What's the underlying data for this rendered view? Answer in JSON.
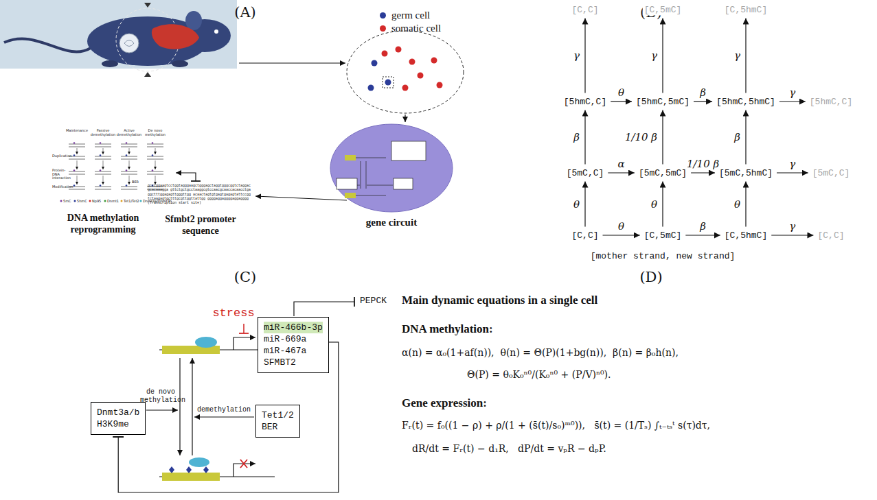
{
  "diagram": {
    "nodes": [
      {
        "text": [
          "gene circuit"
        ]
      },
      {
        "text": [
          "[C,C]"
        ]
      },
      {
        "text": [
          "[C,5mC]"
        ]
      },
      {
        "text": [
          "[C,5hmC]"
        ]
      },
      {
        "text": [
          "[5hmC,C]"
        ]
      },
      {
        "text": [
          "[5hmC,5mC]"
        ]
      },
      {
        "text": [
          "[5hmC,5hmC]"
        ]
      },
      {
        "text": [
          "[5hmC,C]"
        ]
      },
      {
        "text": [
          "[5mC,C]"
        ]
      },
      {
        "text": [
          "[5mC,5mC]"
        ]
      },
      {
        "text": [
          "[5mC,5hmC]"
        ]
      },
      {
        "text": [
          "[5mC,C]"
        ]
      },
      {
        "text": [
          "[C,C]"
        ]
      },
      {
        "text": [
          "[C,5mC]"
        ]
      },
      {
        "text": [
          "[C,5hmC]"
        ]
      },
      {
        "text": [
          "[C,C]"
        ]
      },
      {
        "text": [
          "miR-466b-3p",
          "miR-669a",
          "miR-467a",
          "SFMBT2"
        ]
      },
      {
        "text": [
          "Dnmt3a/b",
          "H3K9me"
        ]
      },
      {
        "text": [
          "Tet1/2",
          "BER"
        ]
      }
    ],
    "edges": [
      {
        "from": 12,
        "to": 13,
        "arrow": "to",
        "label": "θ"
      },
      {
        "from": 13,
        "to": 14,
        "arrow": "to",
        "label": "β"
      },
      {
        "from": 14,
        "to": 15,
        "arrow": "to",
        "label": "γ"
      },
      {
        "from": 12,
        "to": 8,
        "arrow": "to",
        "label": "θ"
      },
      {
        "from": 13,
        "to": 9,
        "arrow": "to",
        "label": "θ"
      },
      {
        "from": 14,
        "to": 10,
        "arrow": "to",
        "label": "θ"
      },
      {
        "from": 8,
        "to": 9,
        "arrow": "to",
        "label": "α"
      },
      {
        "from": 9,
        "to": 10,
        "arrow": "to",
        "label": "1/10 β"
      },
      {
        "from": 10,
        "to": 11,
        "arrow": "to",
        "label": "γ"
      },
      {
        "from": 8,
        "to": 4,
        "arrow": "to",
        "label": "β"
      },
      {
        "from": 9,
        "to": 5,
        "arrow": "to",
        "label": "1/10 β"
      },
      {
        "from": 10,
        "to": 6,
        "arrow": "to",
        "label": "β"
      },
      {
        "from": 4,
        "to": 5,
        "arrow": "to",
        "label": "θ"
      },
      {
        "from": 5,
        "to": 6,
        "arrow": "to",
        "label": "β"
      },
      {
        "from": 6,
        "to": 7,
        "arrow": "to",
        "label": "γ"
      },
      {
        "from": 4,
        "to": 1,
        "arrow": "to",
        "label": "γ"
      },
      {
        "from": 5,
        "to": 2,
        "arrow": "to",
        "label": "γ"
      },
      {
        "from": 6,
        "to": 3,
        "arrow": "to",
        "label": "γ"
      },
      {
        "from": 16,
        "to": 17,
        "arrow": "to"
      }
    ],
    "labels": [
      "(A)",
      "(B)",
      "(C)",
      "(D)",
      "Maintenance",
      "Passive demethylation",
      "Active demethylation",
      "De novo methylation",
      "Duplication",
      "Protein-DNA interaction",
      "Modification",
      "BER",
      "5mC",
      "5hmC",
      "Np95",
      "Dnmt1",
      "Tet1/Tet2",
      "Dnmt3a/Dnmt3b",
      "DNA methylation reprogramming",
      "gcccggaagtcctggtagggaagctgggagctaggtgggcggtctaggacgcacaaagga gttctgctgcctaaggcgtccaacgcaaccacaacctgaggctttggagagttgggttgg acaactagtgtgagtgagagtattccggtctaagagtgctttgcgttggttattgg ggggaggaggggaggagggg(Transcription start site)",
      "Sfmbt2 promoter sequence",
      "stress",
      "PEPCK",
      "miR-466b-3p miR-669a miR-467a SFMBT2",
      "Dnmt3a/b H3K9me",
      "de novo methylation",
      "demethylation",
      "Tet1/2 BER",
      "[mother strand, new strand]",
      "stress",
      "PEPCK",
      "de novo methylation",
      "demethylation",
      "Main dynamic equations in a single cell",
      "DNA methylation:",
      "α(n) = α₀(1+af(n)),  θ(n) = Θ(P)(1+bg(n)),  β(n) = β₀h(n),",
      "Θ(P) = θ₀K₀ⁿ⁰/(K₀ⁿ⁰ + (P/V)ⁿ⁰).",
      "Gene expression:",
      "Fᵣ(t) = f₀((1 − ρ) + ρ/(1 + (s̄(t)/s₀)ᵐ⁰)),   s̄(t) = (1/Tₛ) ∫ₜ₋ₜₛᵗ s(τ)dτ,",
      "dR/dt = Fᵣ(t) − d₁R,   dP/dt = vₚR − dₚP."
    ],
    "legend": [
      {
        "text": "germ cell",
        "color": "#2b3c98"
      },
      {
        "text": "somatic cell",
        "color": "#d42a2a"
      }
    ]
  }
}
